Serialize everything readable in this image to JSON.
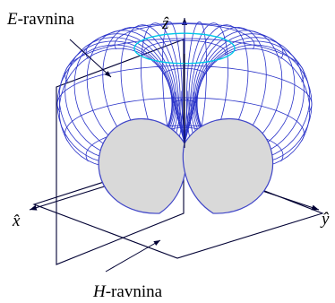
{
  "labels": {
    "e_plane_letter": "E",
    "e_plane_suffix": "-ravnina",
    "h_plane_letter": "H",
    "h_plane_suffix": "-ravnina",
    "axis_x": "x̂",
    "axis_y": "ŷ",
    "axis_z": "ẑ"
  },
  "colors": {
    "mesh": "#2a33c9",
    "cutaway_fill": "#d9d9d9",
    "cutaway_edge": "#3f45c8",
    "top_ring": "#00c8e8",
    "frame": "#000033",
    "background": "#ffffff"
  }
}
